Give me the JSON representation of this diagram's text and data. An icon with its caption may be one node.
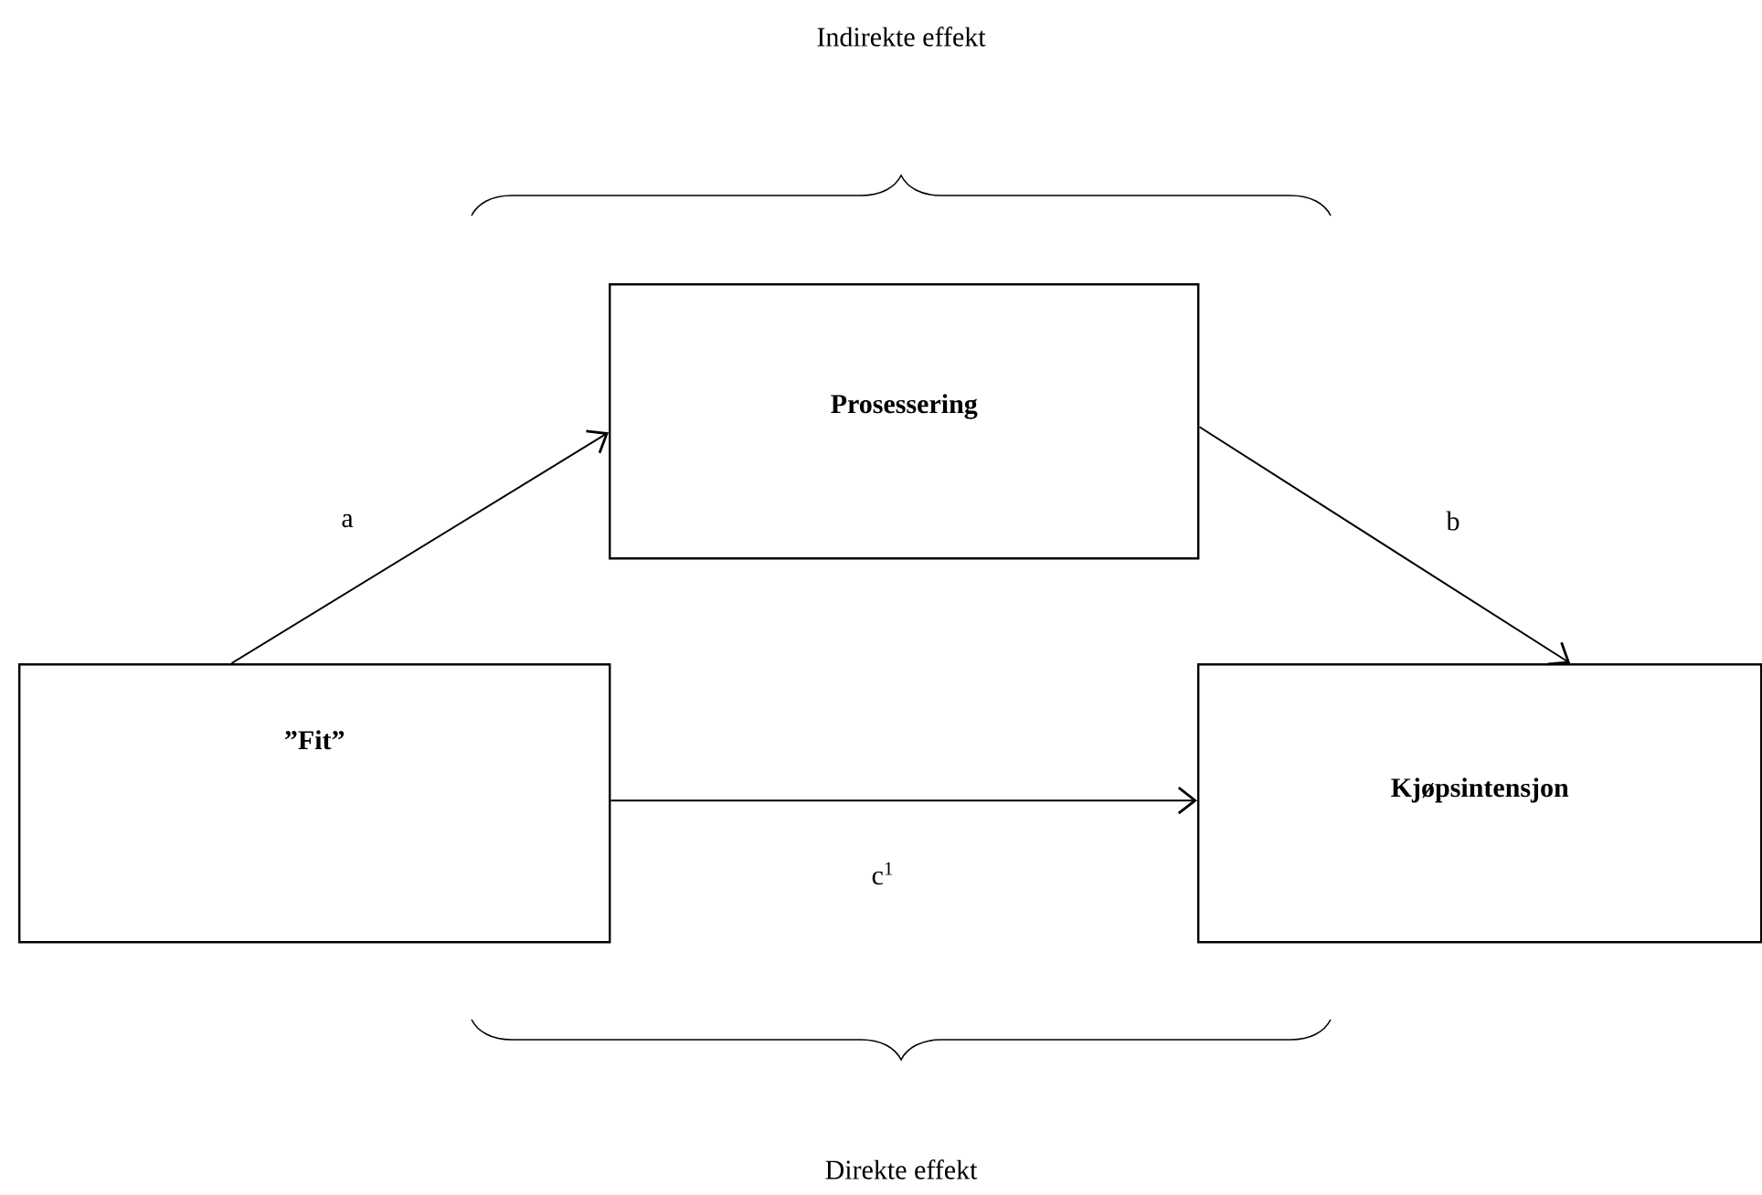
{
  "diagram": {
    "nodes": [
      {
        "text": [
          "”Fit”"
        ]
      },
      {
        "text": [
          "Prosessering"
        ]
      },
      {
        "text": [
          "Kjøpsintensjon"
        ]
      }
    ],
    "edges": [
      {
        "from": 0,
        "to": 1,
        "arrow": "to",
        "label": "a"
      },
      {
        "from": 1,
        "to": 2,
        "arrow": "to",
        "label": "b"
      },
      {
        "from": 0,
        "to": 2,
        "arrow": "to",
        "label": "c$^{1}$"
      }
    ],
    "labels": [
      "Indirekte effekt",
      "Direkte effekt"
    ]
  }
}
